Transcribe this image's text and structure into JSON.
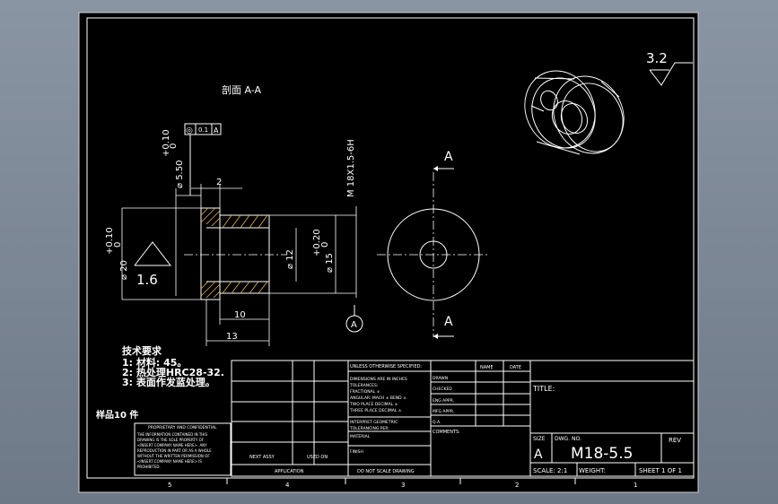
{
  "drawing": {
    "section_label": "剖面 A-A",
    "roughness_main": "3.2",
    "roughness_local": "1.6",
    "concentricity": {
      "symbol": "◎",
      "value": "0.1",
      "datum": "A"
    },
    "dims": {
      "tol_550": "+0.10",
      "tol_550_b": "0",
      "d_550": "⌀ 5.50",
      "d_2": "2",
      "thread": "M 18X1.5-6H",
      "tol_20": "+0.10",
      "tol_20_b": "0",
      "d_20": "⌀ 20",
      "d_12": "⌀ 12",
      "tol_15": "+0.20",
      "tol_15_b": "0",
      "d_15": "⌀ 15",
      "d_10": "10",
      "d_13": "13"
    },
    "section_marker": "A",
    "datum_letter": "A"
  },
  "notes": {
    "heading": "技术要求",
    "items": [
      "1: 材料: 45。",
      "2: 热处理HRC28-32.",
      "3: 表面作发蓝处理。"
    ],
    "sample": "样品10  件"
  },
  "title_block": {
    "proprietary_title": "PROPRIETARY AND CONFIDENTIAL",
    "proprietary_text": [
      "THE INFORMATION CONTAINED IN THIS",
      "DRAWING IS THE SOLE PROPERTY OF",
      "<INSERT COMPANY NAME HERE>. ANY",
      "REPRODUCTION IN PART OR AS A WHOLE",
      "WITHOUT THE WRITTEN PERMISSION OF",
      "<INSERT COMPANY NAME HERE> IS",
      "PROHIBITED."
    ],
    "next_assy": "NEXT ASSY",
    "used_on": "USED ON",
    "application": "APPLICATION",
    "do_not_scale": "DO NOT SCALE DRAWING",
    "unless": "UNLESS OTHERWISE SPECIFIED:",
    "dims_lines": [
      "DIMENSIONS ARE IN INCHES",
      "TOLERANCES:",
      "FRACTIONAL ±",
      "ANGULAR: MACH  ±   BEND ±",
      "TWO PLACE DECIMAL   ±",
      "THREE PLACE DECIMAL  ±"
    ],
    "interpret": [
      "INTERPRET GEOMETRIC",
      "TOLERANCING PER:"
    ],
    "material": "MATERIAL",
    "finish": "FINISH",
    "name": "NAME",
    "date": "DATE",
    "roles": [
      "DRAWN",
      "CHECKED",
      "ENG APPR.",
      "MFG APPR.",
      "Q.A."
    ],
    "comments": "COMMENTS:",
    "title": "TITLE:",
    "size_label": "SIZE",
    "size": "A",
    "dwg_label": "DWG.  NO.",
    "dwg_no": "M18-5.5",
    "rev": "REV",
    "scale": "SCALE: 2:1",
    "weight": "WEIGHT:",
    "sheet": "SHEET 1 OF 1"
  },
  "zones": [
    "5",
    "4",
    "3",
    "2",
    "1"
  ]
}
